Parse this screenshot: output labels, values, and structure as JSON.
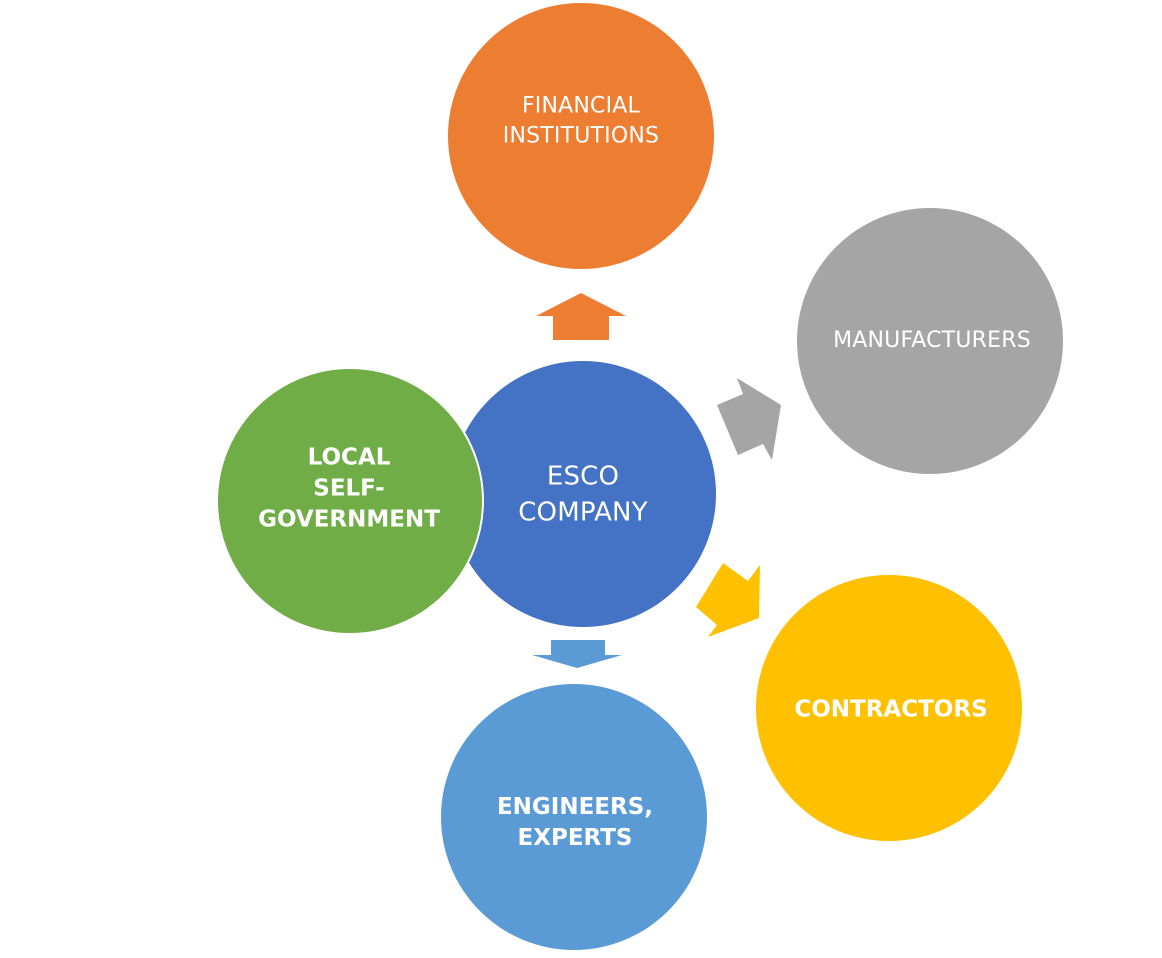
{
  "diagram": {
    "title": "ESCO company relationship diagram",
    "center_node": {
      "id": "esco",
      "lines": [
        "ESCO",
        "COMPANY"
      ],
      "color": "#4472C4"
    },
    "nodes": [
      {
        "id": "financial",
        "lines": [
          "FINANCIAL",
          "INSTITUTIONS"
        ],
        "color": "#ED7D31",
        "arrow_color": "#ED7D31",
        "text_weight": "normal"
      },
      {
        "id": "manufacturers",
        "lines": [
          "MANUFACTURERS"
        ],
        "color": "#A5A5A5",
        "arrow_color": "#A5A5A5",
        "text_weight": "normal"
      },
      {
        "id": "contractors",
        "lines": [
          "CONTRACTORS"
        ],
        "color": "#FFC000",
        "arrow_color": "#FFC000",
        "text_weight": "bold"
      },
      {
        "id": "engineers",
        "lines": [
          "ENGINEERS,",
          "EXPERTS"
        ],
        "color": "#5B9BD5",
        "arrow_color": "#5B9BD5",
        "text_weight": "bold"
      },
      {
        "id": "local-gov",
        "lines": [
          "LOCAL",
          "SELF-",
          "GOVERNMENT"
        ],
        "color": "#70AD47",
        "arrow_color": null,
        "text_weight": "bold"
      }
    ],
    "arrows": [
      {
        "from": "esco",
        "to": "financial",
        "direction": "up"
      },
      {
        "from": "esco",
        "to": "manufacturers",
        "direction": "up-right"
      },
      {
        "from": "esco",
        "to": "contractors",
        "direction": "down-right"
      },
      {
        "from": "esco",
        "to": "engineers",
        "direction": "down"
      }
    ]
  }
}
